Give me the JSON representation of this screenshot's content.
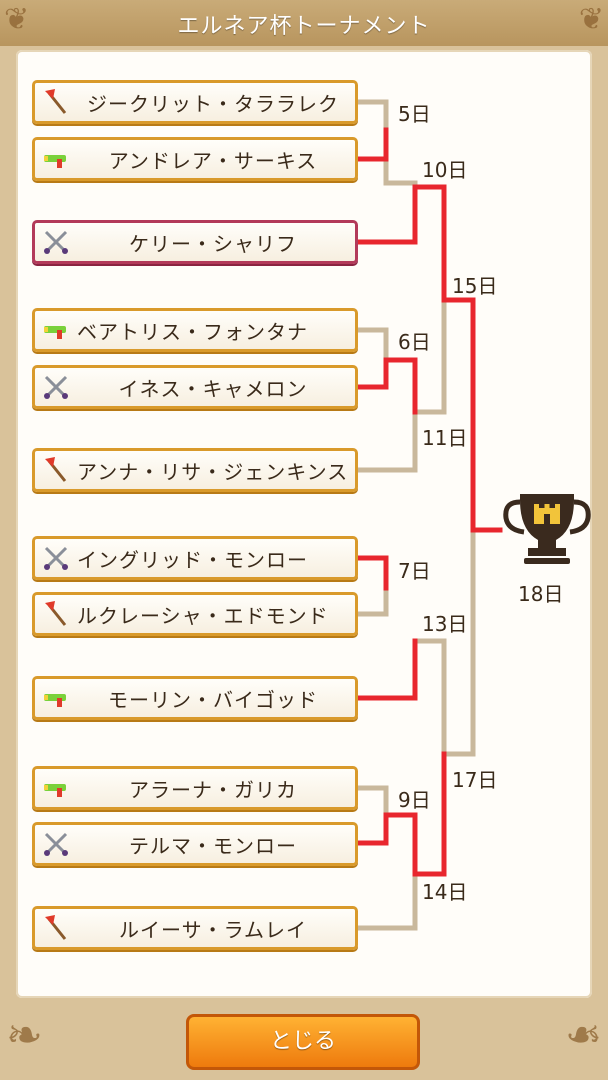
{
  "header": {
    "title": "エルネア杯トーナメント"
  },
  "players": [
    {
      "name": "ジークリット・タララレク",
      "weapon": "axe-icon"
    },
    {
      "name": "アンドレア・サーキス",
      "weapon": "water-gun-icon"
    },
    {
      "name": "ケリー・シャリフ",
      "weapon": "crossed-swords-icon"
    },
    {
      "name": "ベアトリス・フォンタナ",
      "weapon": "water-gun-icon"
    },
    {
      "name": "イネス・キャメロン",
      "weapon": "crossed-swords-icon"
    },
    {
      "name": "アンナ・リサ・ジェンキンス",
      "weapon": "axe-icon"
    },
    {
      "name": "イングリッド・モンロー",
      "weapon": "crossed-swords-icon"
    },
    {
      "name": "ルクレーシャ・エドモンド",
      "weapon": "axe-icon"
    },
    {
      "name": "モーリン・バイゴッド",
      "weapon": "water-gun-icon"
    },
    {
      "name": "アラーナ・ガリカ",
      "weapon": "water-gun-icon"
    },
    {
      "name": "テルマ・モンロー",
      "weapon": "crossed-swords-icon"
    },
    {
      "name": "ルイーサ・ラムレイ",
      "weapon": "axe-icon"
    }
  ],
  "days": {
    "d5": "5日",
    "d10": "10日",
    "d15": "15日",
    "d6": "6日",
    "d11": "11日",
    "d7": "7日",
    "d13": "13日",
    "d17": "17日",
    "d9": "9日",
    "d14": "14日",
    "final": "18日"
  },
  "footer": {
    "close_label": "とじる"
  },
  "colors": {
    "winner_line": "#e8262e",
    "loser_line": "#c9b89c",
    "button": "#f28a17"
  }
}
